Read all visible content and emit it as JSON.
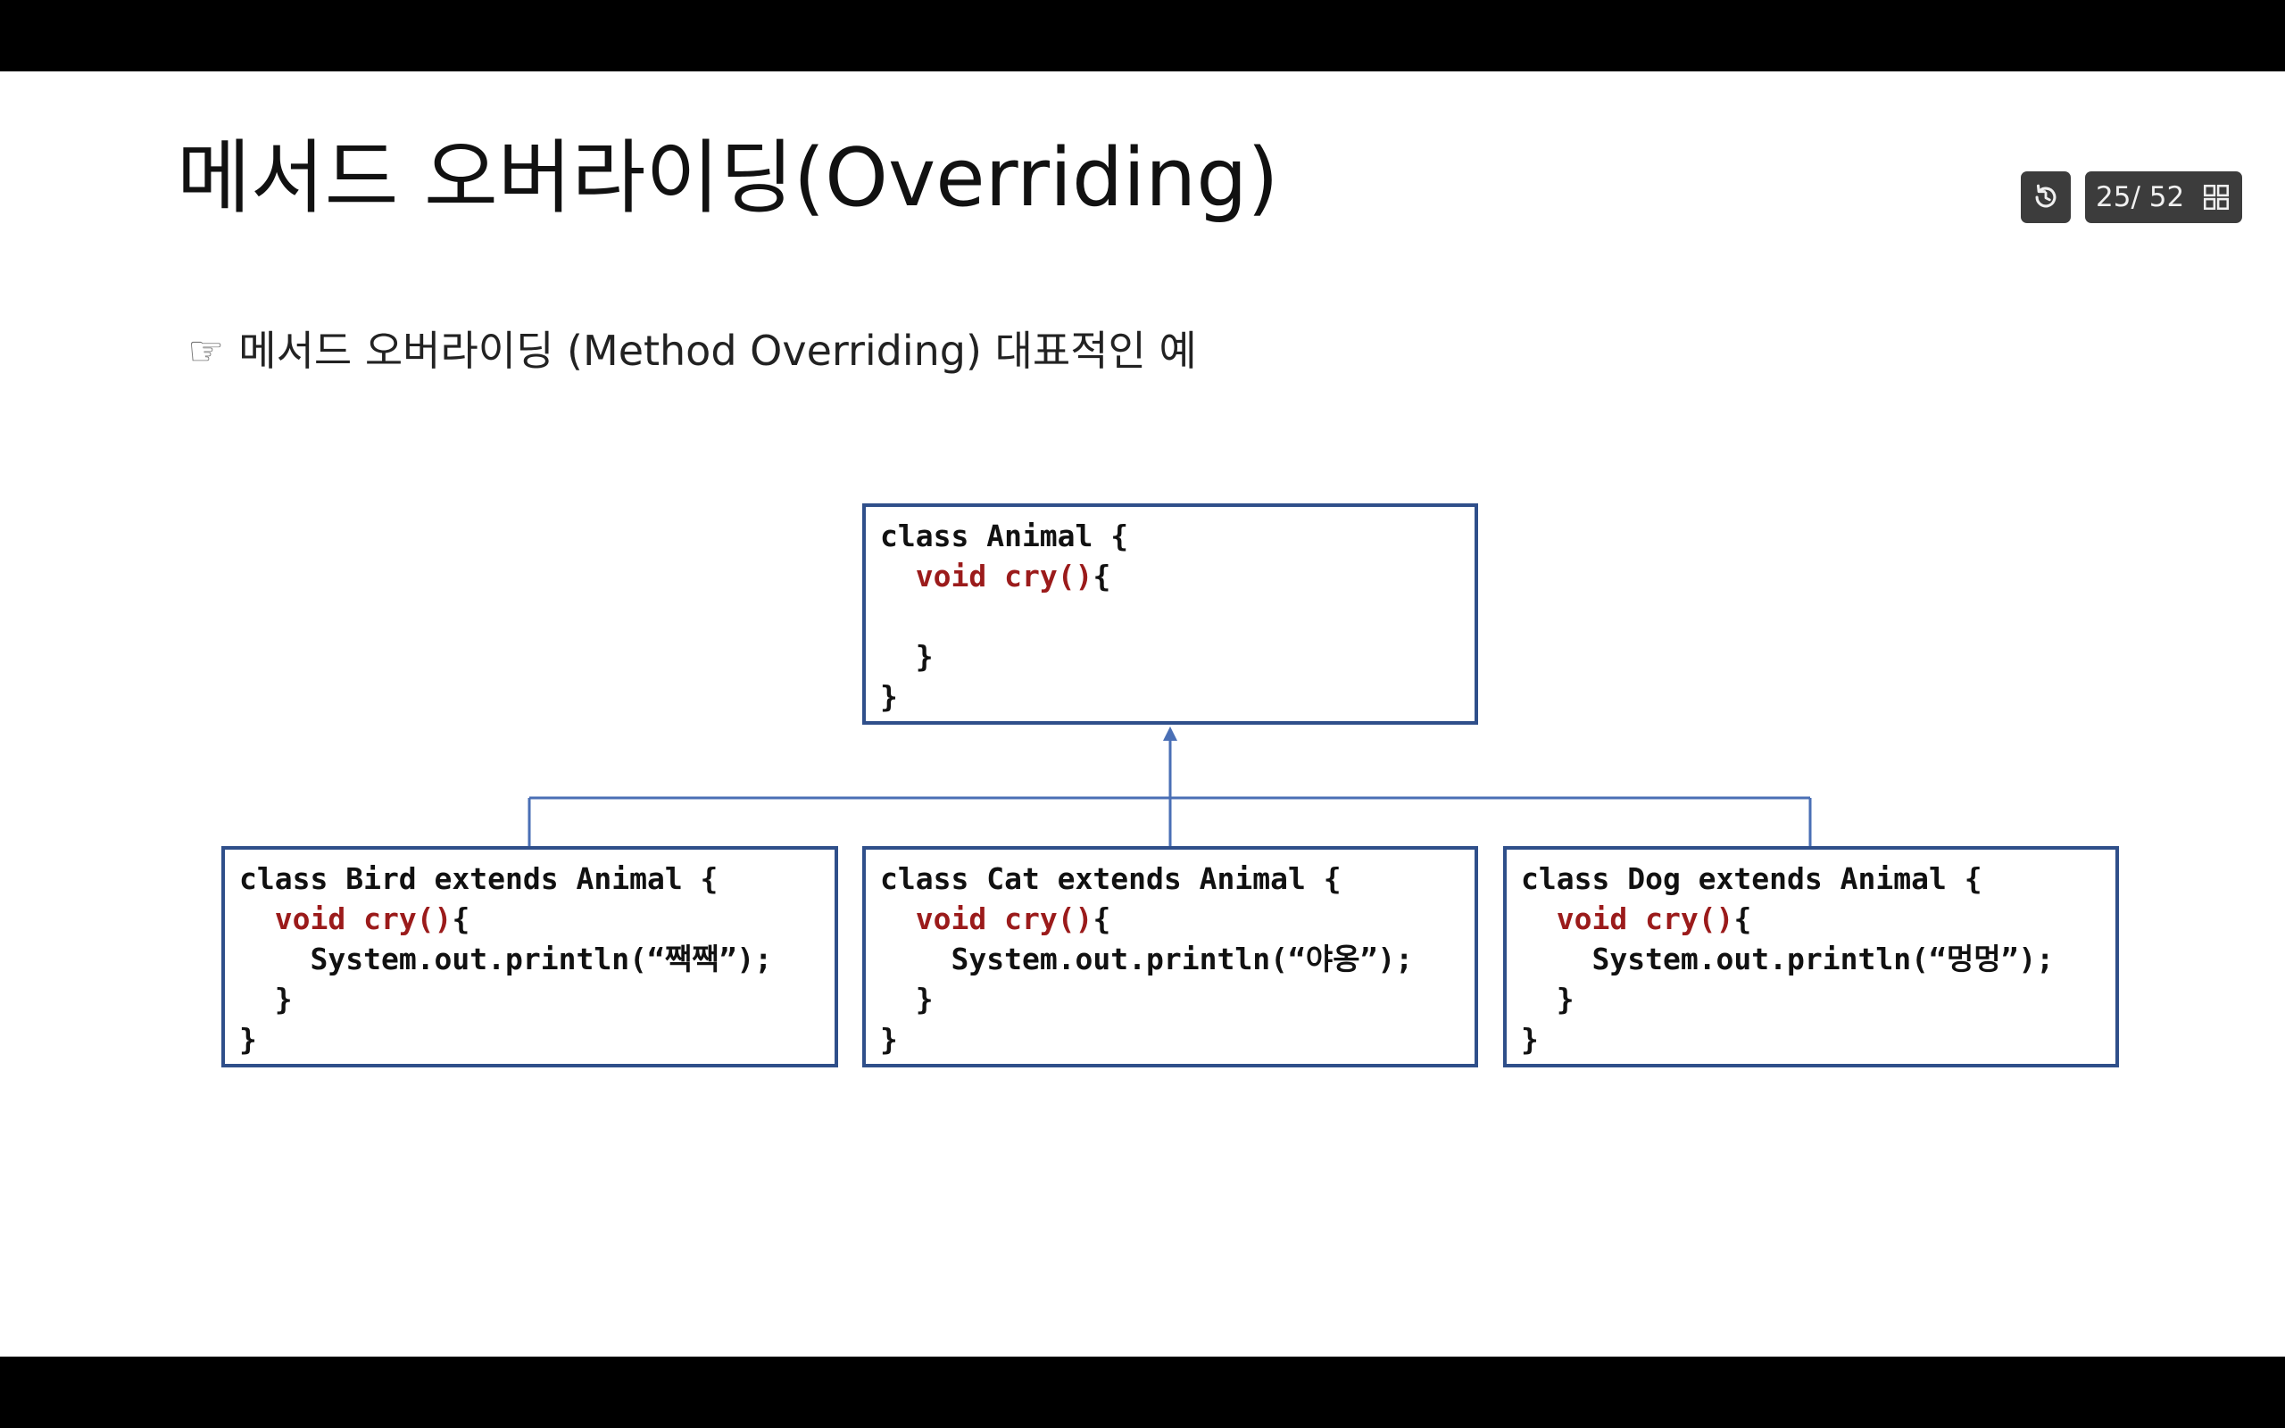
{
  "slide": {
    "title": "메서드 오버라이딩(Overriding)",
    "subtitle_bullet": "☞",
    "subtitle": "메서드 오버라이딩 (Method Overriding) 대표적인 예"
  },
  "diagram": {
    "parent": {
      "line1": "class Animal {",
      "line2_kw": "void cry()",
      "line2_rest": "{",
      "line3": "",
      "line4": "}",
      "line5": "}"
    },
    "children": [
      {
        "line1": "class Bird extends Animal {",
        "line2_kw": "void cry()",
        "line2_rest": "{",
        "line3": "System.out.println(“짹짹”);",
        "line4": "}",
        "line5": "}"
      },
      {
        "line1": "class Cat extends Animal {",
        "line2_kw": "void cry()",
        "line2_rest": "{",
        "line3": "System.out.println(“야옹”);",
        "line4": "}",
        "line5": "}"
      },
      {
        "line1": "class Dog extends Animal {",
        "line2_kw": "void cry()",
        "line2_rest": "{",
        "line3": "System.out.println(“멍멍”);",
        "line4": "}",
        "line5": "}"
      }
    ],
    "colors": {
      "box_border": "#2f4f8a",
      "connector": "#4a6fb5",
      "keyword": "#9b1b1b"
    }
  },
  "viewer": {
    "current_page": "25",
    "separator": "/",
    "total_pages": "52",
    "replay_icon": "replay-icon",
    "grid_icon": "grid-view-icon"
  }
}
